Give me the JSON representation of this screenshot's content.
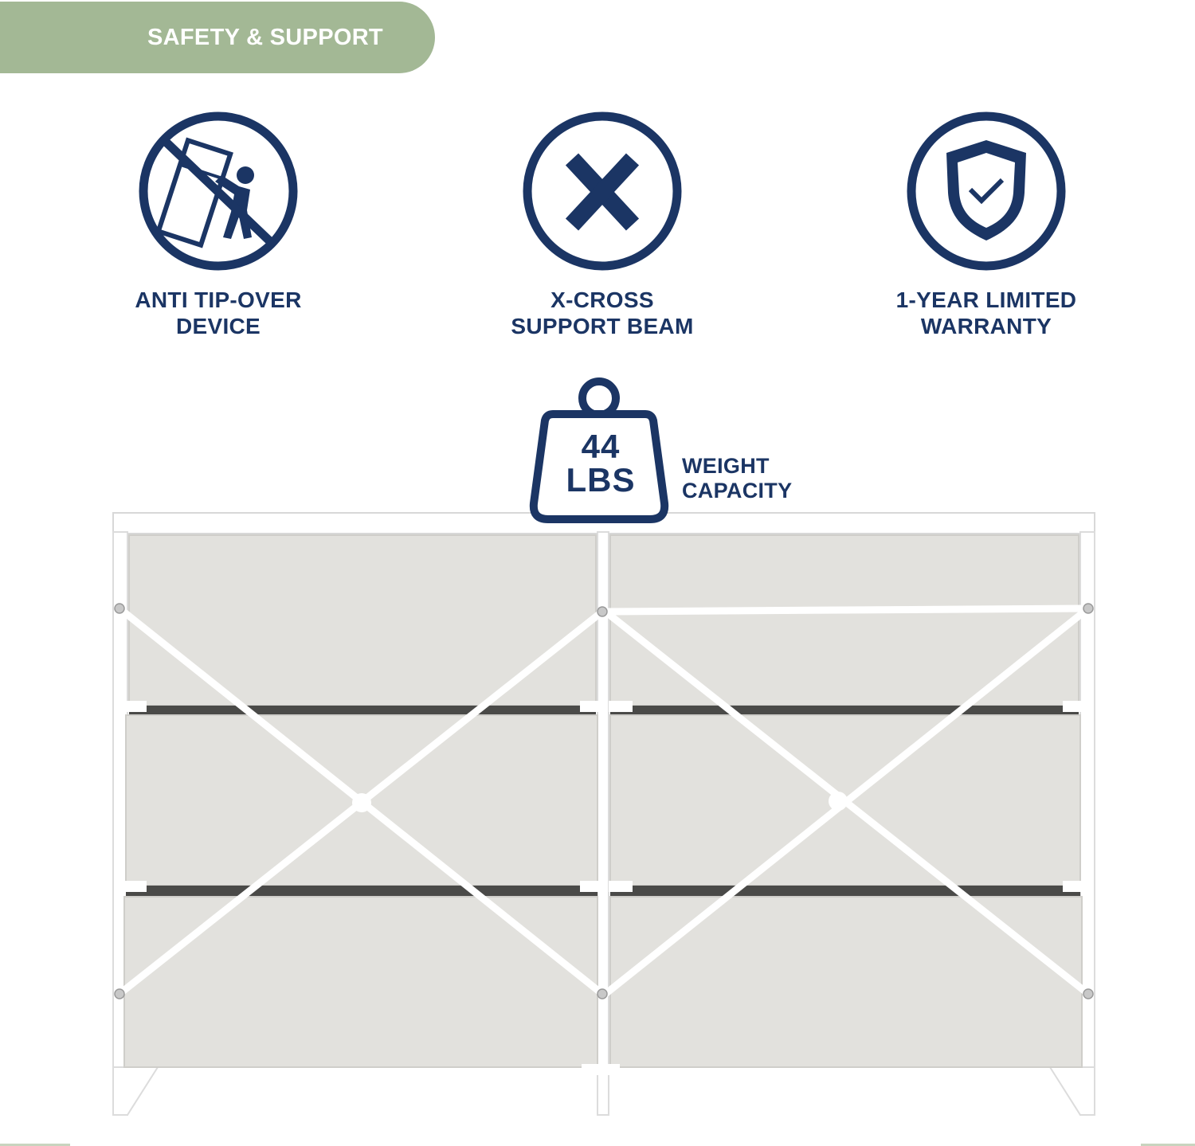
{
  "banner": {
    "title": "SAFETY & SUPPORT"
  },
  "features": [
    {
      "line1": "ANTI TIP-OVER",
      "line2": "DEVICE",
      "icon": "no-tip-over-icon"
    },
    {
      "line1": "X-CROSS",
      "line2": "SUPPORT BEAM",
      "icon": "x-cross-icon"
    },
    {
      "line1": "1-YEAR LIMITED",
      "line2": "WARRANTY",
      "icon": "shield-check-icon"
    }
  ],
  "weight": {
    "value": "44",
    "unit": "LBS",
    "label_line1": "WEIGHT",
    "label_line2": "CAPACITY",
    "icon": "weight-icon"
  },
  "colors": {
    "navy": "#1b3564",
    "sage": "#a3b895",
    "drawer": "#e2e1dd",
    "frame": "#ffffff"
  }
}
